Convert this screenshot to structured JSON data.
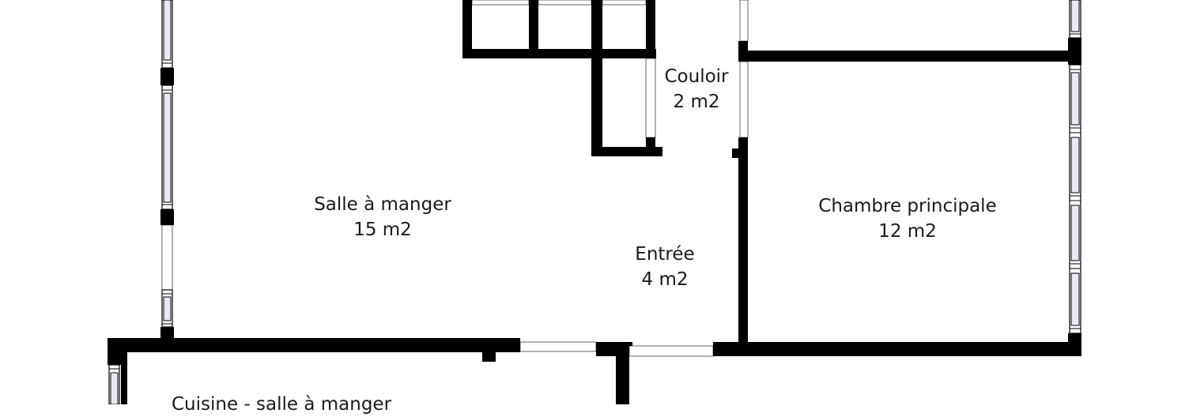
{
  "plan": {
    "colors": {
      "wall": "#000000",
      "window_glass": "#e9e8f4",
      "background": "#ffffff",
      "text": "#1a1a1a"
    },
    "rooms": {
      "couloir": {
        "name": "Couloir",
        "area": "2 m2"
      },
      "salle_a_manger": {
        "name": "Salle à manger",
        "area": "15 m2"
      },
      "entree": {
        "name": "Entrée",
        "area": "4 m2"
      },
      "chambre_principale": {
        "name": "Chambre principale",
        "area": "12 m2"
      },
      "cuisine": {
        "name": "Cuisine - salle à manger"
      }
    }
  }
}
